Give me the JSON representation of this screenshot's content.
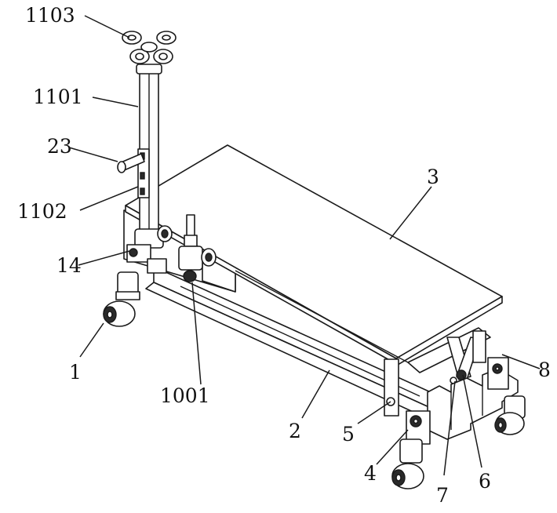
{
  "figure": {
    "labels": [
      {
        "id": "1103",
        "text": "1103"
      },
      {
        "id": "1101",
        "text": "1101"
      },
      {
        "id": "23",
        "text": "23"
      },
      {
        "id": "1102",
        "text": "1102"
      },
      {
        "id": "14",
        "text": "14"
      },
      {
        "id": "1",
        "text": "1"
      },
      {
        "id": "1001",
        "text": "1001"
      },
      {
        "id": "3",
        "text": "3"
      },
      {
        "id": "2",
        "text": "2"
      },
      {
        "id": "5",
        "text": "5"
      },
      {
        "id": "4",
        "text": "4"
      },
      {
        "id": "7",
        "text": "7"
      },
      {
        "id": "6",
        "text": "6"
      },
      {
        "id": "8",
        "text": "8"
      }
    ]
  },
  "colors": {
    "line": "#1a1a1a",
    "background": "#ffffff"
  }
}
